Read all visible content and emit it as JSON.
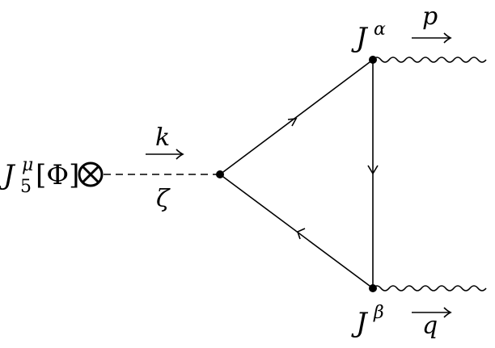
{
  "diagram": {
    "source": {
      "current": "J",
      "superscript": "μ",
      "subscript": "5",
      "argument": "[Φ]"
    },
    "propagator": {
      "momentum": "k",
      "label": "ζ"
    },
    "vertex_top": {
      "current": "J",
      "superscript": "α",
      "momentum": "p"
    },
    "vertex_bottom": {
      "current": "J",
      "superscript": "β",
      "momentum": "q"
    },
    "colors": {
      "ink": "#000000",
      "background": "#ffffff"
    }
  }
}
